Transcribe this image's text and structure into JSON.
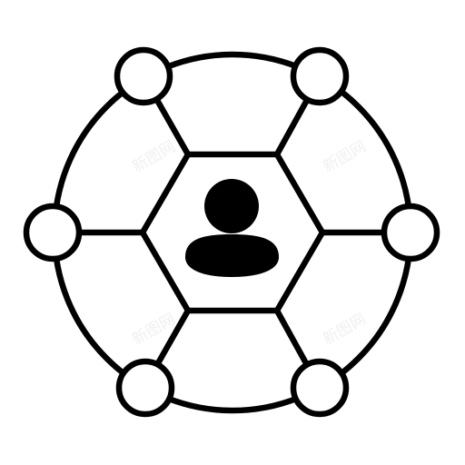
{
  "icon": {
    "name": "user-network-icon",
    "stroke_color": "#000000",
    "fill_color": "#000000",
    "background_color": "#ffffff"
  },
  "watermarks": [
    {
      "text": "新图网"
    },
    {
      "text": "新图网"
    },
    {
      "text": "新图网"
    },
    {
      "text": "新图网"
    }
  ]
}
